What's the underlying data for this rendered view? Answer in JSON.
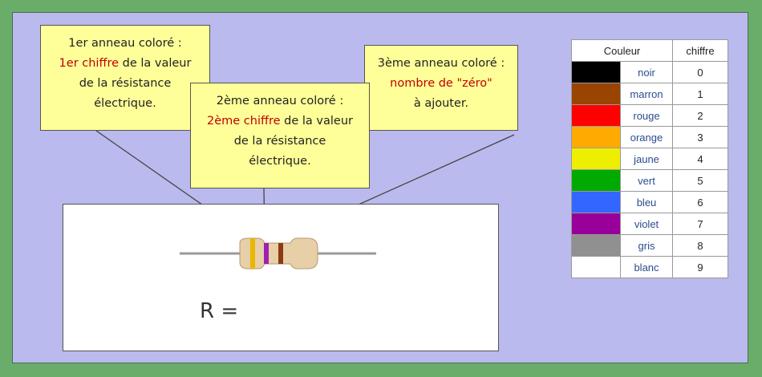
{
  "notes": {
    "first": {
      "line1": "1er anneau coloré :",
      "highlight": "1er chiffre",
      "rest1": " de la valeur",
      "line3": "de la résistance",
      "line4": "électrique."
    },
    "second": {
      "line1": "2ème anneau coloré :",
      "highlight": "2ème chiffre",
      "rest1": " de la valeur",
      "line3": "de la résistance",
      "line4": "électrique."
    },
    "third": {
      "line1": "3ème anneau coloré :",
      "highlight": "nombre de \"zéro\"",
      "line3": "à ajouter."
    }
  },
  "result_label": "R =",
  "resistor": {
    "band_colors": [
      "#e8b800",
      "#a020b0",
      "#8b3a14"
    ],
    "body_color": "#e7cfa8",
    "lead_color": "#9a9a9a"
  },
  "color_table": {
    "headers": [
      "Couleur",
      "chiffre"
    ],
    "rows": [
      {
        "name": "noir",
        "digit": "0",
        "color": "#000000"
      },
      {
        "name": "marron",
        "digit": "1",
        "color": "#994400"
      },
      {
        "name": "rouge",
        "digit": "2",
        "color": "#ff0000"
      },
      {
        "name": "orange",
        "digit": "3",
        "color": "#ffaa00"
      },
      {
        "name": "jaune",
        "digit": "4",
        "color": "#eeee00"
      },
      {
        "name": "vert",
        "digit": "5",
        "color": "#00aa00"
      },
      {
        "name": "bleu",
        "digit": "6",
        "color": "#3366ff"
      },
      {
        "name": "violet",
        "digit": "7",
        "color": "#990099"
      },
      {
        "name": "gris",
        "digit": "8",
        "color": "#909090"
      },
      {
        "name": "blanc",
        "digit": "9",
        "color": "#ffffff"
      }
    ]
  }
}
